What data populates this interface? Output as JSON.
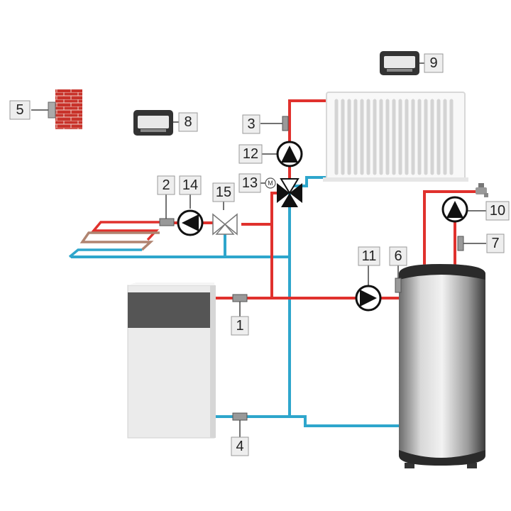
{
  "labels": {
    "sensor_boiler_supply": "1",
    "sensor_floor": "2",
    "sensor_radiator": "3",
    "sensor_boiler_return": "4",
    "sensor_outdoor": "5",
    "sensor_tank": "6",
    "sensor_dhw": "7",
    "controller_a": "8",
    "controller_b": "9",
    "pump_circulation": "10",
    "pump_tank": "11",
    "pump_radiator": "12",
    "valve_motorized": "13",
    "pump_floor": "14",
    "valve_floor": "15"
  },
  "motor_symbol": "M",
  "colors": {
    "hot": "#e0312d",
    "cold": "#2ea6cc",
    "label_bg": "#eeeeee",
    "label_border": "#999999",
    "brick": "#c8322a",
    "controller_frame": "#333333"
  }
}
